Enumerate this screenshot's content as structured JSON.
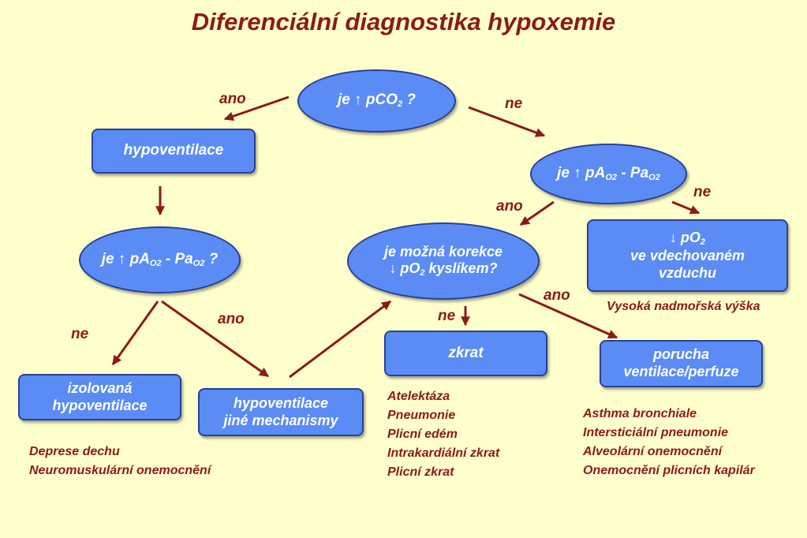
{
  "title": "Diferenciální diagnostika hypoxemie",
  "nodes": {
    "q_pco2": {
      "pre": "je ↑ pCO",
      "sub": "2",
      "post": " ?"
    },
    "hypoventilace": "hypoventilace",
    "q_grad_right": {
      "pre": "je ↑ pA",
      "sub1": "O2",
      "mid": " - Pa",
      "sub2": "O2",
      "post": ""
    },
    "q_grad_left": {
      "pre": "je ↑ pA",
      "sub1": "O2",
      "mid": " - Pa",
      "sub2": "O2",
      "post": " ?"
    },
    "q_korekce": {
      "line1": "je možná korekce",
      "pre": "↓ pO",
      "sub": "2",
      "post": " kyslíkem?"
    },
    "low_po2": {
      "pre": "↓ pO",
      "sub": "2",
      "line2": "ve vdechovaném",
      "line3": "vzduchu"
    },
    "izolovana": {
      "line1": "izolovaná",
      "line2": "hypoventilace"
    },
    "hypo_jine": {
      "line1": "hypoventilace",
      "line2": "jiné mechanismy"
    },
    "zkrat": "zkrat",
    "porucha": {
      "line1": "porucha",
      "line2": "ventilace/perfuze"
    }
  },
  "labels": {
    "ano_1": "ano",
    "ne_1": "ne",
    "ano_2": "ano",
    "ne_2": "ne",
    "ne_3": "ne",
    "ano_3": "ano",
    "ne_4": "ne",
    "ano_4": "ano"
  },
  "notes": {
    "vyska": "Vysoká nadmořská výška",
    "deprese": [
      "Deprese dechu",
      "Neuromuskulární onemocnění"
    ],
    "zkrat_list": [
      "Atelektáza",
      "Pneumonie",
      "Plicní edém",
      "Intrakardiální zkrat",
      "Plicní zkrat"
    ],
    "porucha_list": [
      "Asthma bronchiale",
      "Intersticiální pneumonie",
      "Alveolární onemocnění",
      "Onemocnění plicních kapilár"
    ]
  },
  "colors": {
    "background": "#ffffcc",
    "node_fill": "#5b8cf5",
    "node_border": "#2a3f99",
    "arrow": "#8b1a1a",
    "text_accent": "#8b1a1a"
  }
}
